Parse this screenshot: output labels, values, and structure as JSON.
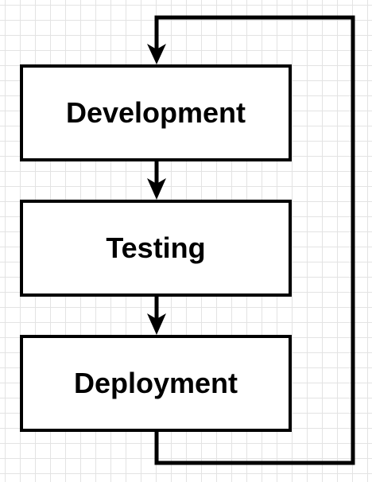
{
  "diagram": {
    "stages": [
      {
        "id": "development",
        "label": "Development"
      },
      {
        "id": "testing",
        "label": "Testing"
      },
      {
        "id": "deployment",
        "label": "Deployment"
      }
    ],
    "edges": [
      {
        "from": "development",
        "to": "testing"
      },
      {
        "from": "testing",
        "to": "deployment"
      },
      {
        "from": "deployment",
        "to": "development",
        "kind": "loop-back"
      }
    ],
    "colors": {
      "background": "#ffffff",
      "grid": "#e3e3e3",
      "stroke": "#000000",
      "text": "#000000"
    }
  }
}
